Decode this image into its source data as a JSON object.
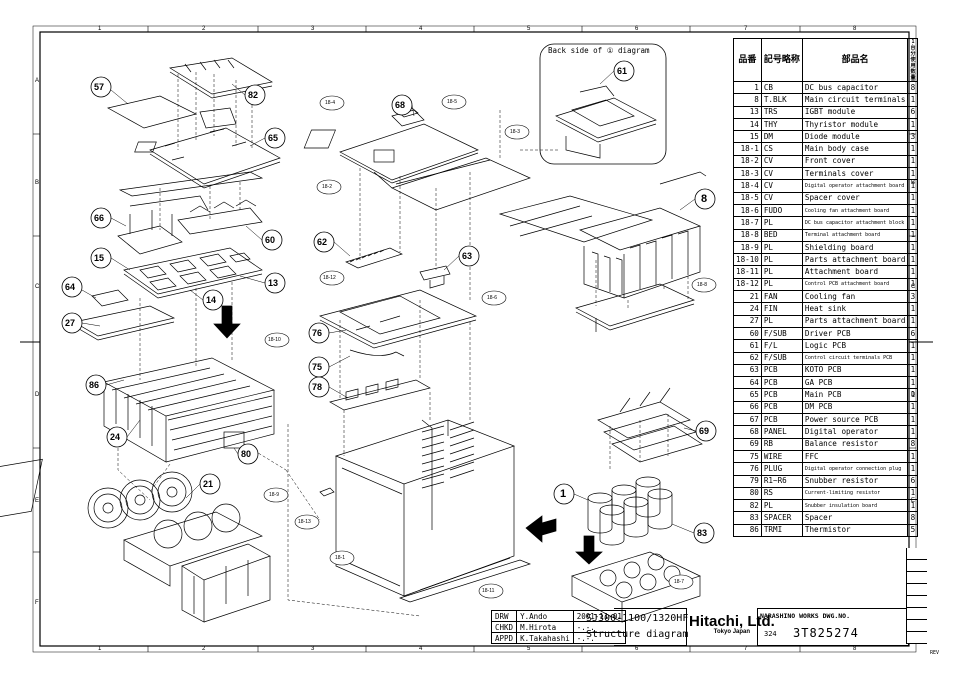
{
  "grid": {
    "columns": [
      "1",
      "2",
      "3",
      "4",
      "5",
      "6",
      "7",
      "8"
    ],
    "rows": [
      "A",
      "B",
      "C",
      "D",
      "E",
      "F"
    ]
  },
  "back_side_label": "Back side of ① diagram",
  "callouts": [
    {
      "id": "57"
    },
    {
      "id": "82"
    },
    {
      "id": "65"
    },
    {
      "id": "66"
    },
    {
      "id": "60"
    },
    {
      "id": "15"
    },
    {
      "id": "13"
    },
    {
      "id": "64"
    },
    {
      "id": "14"
    },
    {
      "id": "27"
    },
    {
      "id": "86"
    },
    {
      "id": "24"
    },
    {
      "id": "80"
    },
    {
      "id": "21"
    },
    {
      "id": "68"
    },
    {
      "id": "62"
    },
    {
      "id": "63"
    },
    {
      "id": "76"
    },
    {
      "id": "75"
    },
    {
      "id": "78"
    },
    {
      "id": "61"
    },
    {
      "id": "8"
    },
    {
      "id": "69"
    },
    {
      "id": "1"
    },
    {
      "id": "83"
    }
  ],
  "sub_callouts": [
    "18-4",
    "18-5",
    "18-3",
    "18-2",
    "18-12",
    "18-6",
    "18-10",
    "18-9",
    "18-8",
    "18-11",
    "18-1",
    "18-7",
    "18-13"
  ],
  "parts_header": {
    "no": "品番",
    "symbol": "記号略称",
    "name": "部品名",
    "qty": "1台分 使用数量"
  },
  "parts": [
    {
      "no": "1",
      "sym": "CB",
      "name": "DC bus capacitor",
      "qty": "8"
    },
    {
      "no": "8",
      "sym": "T.BLK",
      "name": "Main circuit terminals",
      "qty": "1"
    },
    {
      "no": "13",
      "sym": "TRS",
      "name": "IGBT module",
      "qty": "6"
    },
    {
      "no": "14",
      "sym": "THY",
      "name": "Thyristor module",
      "qty": "1"
    },
    {
      "no": "15",
      "sym": "DM",
      "name": "Diode module",
      "qty": "3"
    },
    {
      "no": "18-1",
      "sym": "CS",
      "name": "Main body case",
      "qty": "1"
    },
    {
      "no": "18-2",
      "sym": "CV",
      "name": "Front cover",
      "qty": "1"
    },
    {
      "no": "18-3",
      "sym": "CV",
      "name": "Terminals cover",
      "qty": "1"
    },
    {
      "no": "18-4",
      "sym": "CV",
      "name": "Digital operator attachment board",
      "qty": "1"
    },
    {
      "no": "18-5",
      "sym": "CV",
      "name": "Spacer cover",
      "qty": "1"
    },
    {
      "no": "18-6",
      "sym": "FUDO",
      "name": "Cooling fan attachment board",
      "qty": "1"
    },
    {
      "no": "18-7",
      "sym": "PL",
      "name": "DC bus capacitor attachment block",
      "qty": "1"
    },
    {
      "no": "18-8",
      "sym": "BED",
      "name": "Terminal attachment board",
      "qty": "1"
    },
    {
      "no": "18-9",
      "sym": "PL",
      "name": "Shielding board",
      "qty": "1"
    },
    {
      "no": "18-10",
      "sym": "PL",
      "name": "Parts attachment board",
      "qty": "1"
    },
    {
      "no": "18-11",
      "sym": "PL",
      "name": "Attachment board",
      "qty": "1"
    },
    {
      "no": "18-12",
      "sym": "PL",
      "name": "Control PCB attachment board",
      "qty": "1"
    },
    {
      "no": "21",
      "sym": "FAN",
      "name": "Cooling fan",
      "qty": "3"
    },
    {
      "no": "24",
      "sym": "FIN",
      "name": "Heat sink",
      "qty": "1"
    },
    {
      "no": "27",
      "sym": "PL",
      "name": "Parts attachment board",
      "qty": "1"
    },
    {
      "no": "60",
      "sym": "F/SUB",
      "name": "Driver PCB",
      "qty": "6"
    },
    {
      "no": "61",
      "sym": "F/L",
      "name": "Logic PCB",
      "qty": "1"
    },
    {
      "no": "62",
      "sym": "F/SUB",
      "name": "Control circuit terminals PCB",
      "qty": "1"
    },
    {
      "no": "63",
      "sym": "PCB",
      "name": "KOTO PCB",
      "qty": "1"
    },
    {
      "no": "64",
      "sym": "PCB",
      "name": "GA PCB",
      "qty": "1"
    },
    {
      "no": "65",
      "sym": "PCB",
      "name": "Main PCB",
      "qty": "1"
    },
    {
      "no": "66",
      "sym": "PCB",
      "name": "DM PCB",
      "qty": "1"
    },
    {
      "no": "67",
      "sym": "PCB",
      "name": "Power source PCB",
      "qty": "1"
    },
    {
      "no": "68",
      "sym": "PANEL",
      "name": "Digital operator",
      "qty": "1"
    },
    {
      "no": "69",
      "sym": "RB",
      "name": "Balance resistor",
      "qty": "8"
    },
    {
      "no": "75",
      "sym": "WIRE",
      "name": "FFC",
      "qty": "1"
    },
    {
      "no": "76",
      "sym": "PLUG",
      "name": "Digital operator connection plug",
      "qty": "1"
    },
    {
      "no": "79",
      "sym": "R1~R6",
      "name": "Snubber resistor",
      "qty": "6"
    },
    {
      "no": "80",
      "sym": "RS",
      "name": "Current-limiting resistor",
      "qty": "1"
    },
    {
      "no": "82",
      "sym": "PL",
      "name": "Snubber insulation board",
      "qty": "1"
    },
    {
      "no": "83",
      "sym": "SPACER",
      "name": "Spacer",
      "qty": "8"
    },
    {
      "no": "86",
      "sym": "TRMI",
      "name": "Thermistor",
      "qty": "5"
    }
  ],
  "title_block": {
    "rows": [
      {
        "role": "DRW",
        "name": "Y.Ando",
        "date": "2001-11-01"
      },
      {
        "role": "CHKD",
        "name": "M.Hirota",
        "date": "-.-."
      },
      {
        "role": "APPD",
        "name": "K.Takahashi",
        "date": "-.-."
      }
    ],
    "model": "SJ300-1100/1320HF",
    "title": "Structure diagram",
    "company": "Hitachi, Ltd.",
    "company_sub": "Tokyo Japan",
    "works": "NARASHINO WORKS DWG.NO.",
    "dwg_prefix": "324",
    "dwg_no": "3T825274",
    "rev": "REV"
  }
}
